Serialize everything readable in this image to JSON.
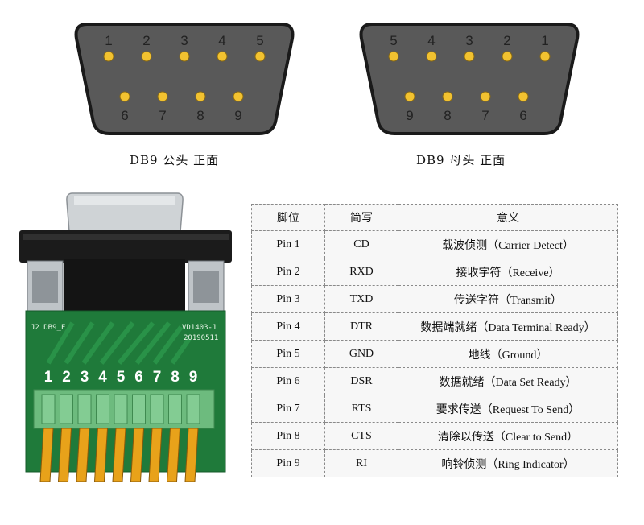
{
  "male_connector": {
    "caption": "DB9 公头  正面",
    "top_row": [
      "1",
      "2",
      "3",
      "4",
      "5"
    ],
    "bottom_row": [
      "6",
      "7",
      "8",
      "9"
    ]
  },
  "female_connector": {
    "caption": "DB9 母头  正面",
    "top_row": [
      "5",
      "4",
      "3",
      "2",
      "1"
    ],
    "bottom_row": [
      "9",
      "8",
      "7",
      "6"
    ]
  },
  "board": {
    "silk_left": "J2  DB9_F",
    "silk_right": "VD1403-1",
    "silk_date": "20190511",
    "terminal_numbers": [
      "1",
      "2",
      "3",
      "4",
      "5",
      "6",
      "7",
      "8",
      "9"
    ]
  },
  "pin_table": {
    "headers": [
      "脚位",
      "简写",
      "意义"
    ],
    "rows": [
      [
        "Pin 1",
        "CD",
        "载波侦测（Carrier Detect）"
      ],
      [
        "Pin 2",
        "RXD",
        "接收字符（Receive）"
      ],
      [
        "Pin 3",
        "TXD",
        "传送字符（Transmit）"
      ],
      [
        "Pin 4",
        "DTR",
        "数据端就绪（Data Terminal Ready）"
      ],
      [
        "Pin 5",
        "GND",
        "地线（Ground）"
      ],
      [
        "Pin 6",
        "DSR",
        "数据就绪（Data Set Ready）"
      ],
      [
        "Pin 7",
        "RTS",
        "要求传送（Request To Send）"
      ],
      [
        "Pin 8",
        "CTS",
        "清除以传送（Clear to Send）"
      ],
      [
        "Pin 9",
        "RI",
        "响铃侦测（Ring Indicator）"
      ]
    ]
  },
  "colors": {
    "shell": "#595959",
    "shell_border": "#1a1a1a",
    "pin": "#f2c230",
    "pcb": "#1f7a3a",
    "terminal": "#6dbb7e",
    "gold": "#e8a21a"
  }
}
